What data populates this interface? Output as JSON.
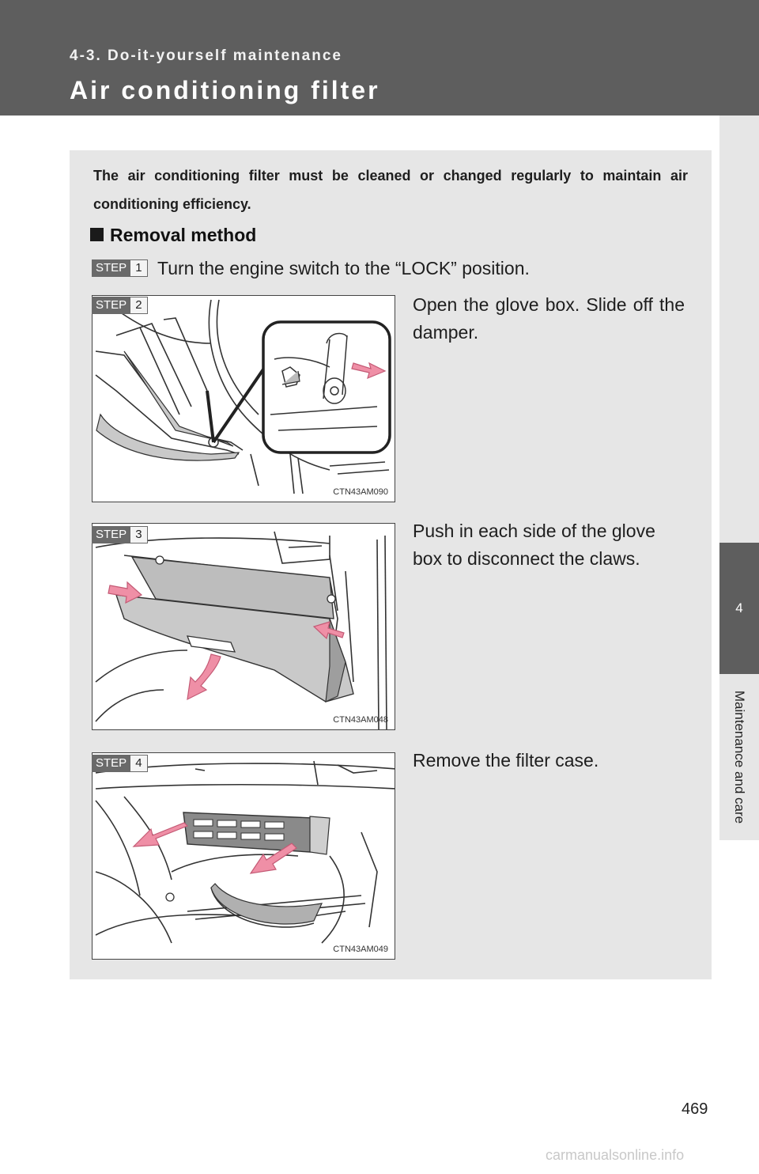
{
  "header": {
    "section": "4-3. Do-it-yourself maintenance",
    "title": "Air conditioning filter"
  },
  "side_tab": {
    "chapter_number": "4",
    "chapter_label": "Maintenance and care"
  },
  "intro": "The air conditioning filter must be cleaned or changed regularly to maintain air conditioning efficiency.",
  "subheading": "Removal method",
  "steps": [
    {
      "label": "STEP",
      "number": "1",
      "text": "Turn the engine switch to the “LOCK” position."
    },
    {
      "label": "STEP",
      "number": "2",
      "text": "Open the glove box. Slide off the damper.",
      "figure_code": "CTN43AM090"
    },
    {
      "label": "STEP",
      "number": "3",
      "text": "Push in each side of the glove box to disconnect the claws.",
      "figure_code": "CTN43AM048"
    },
    {
      "label": "STEP",
      "number": "4",
      "text": "Remove the filter case.",
      "figure_code": "CTN43AM049"
    }
  ],
  "page_number": "469",
  "watermark": "carmanualsonline.info",
  "colors": {
    "header_band": "#5e5e5e",
    "content_box": "#e6e6e6",
    "arrow_pink": "#ef8fa6"
  }
}
